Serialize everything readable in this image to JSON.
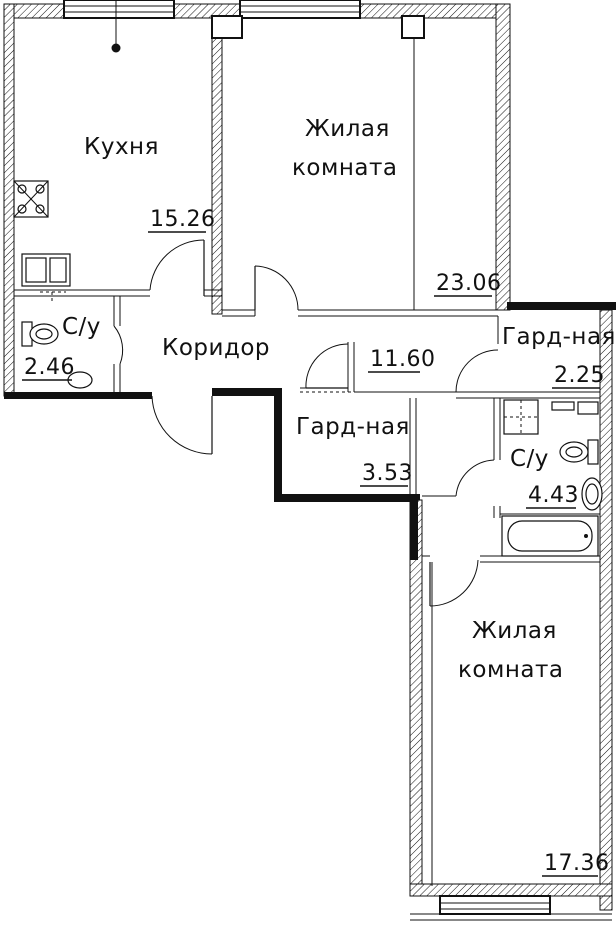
{
  "rooms": {
    "kitchen": {
      "name": "Кухня",
      "area": "15.26"
    },
    "living1": {
      "name_line1": "Жилая",
      "name_line2": "комната",
      "area": "23.06"
    },
    "wc1": {
      "name": "С/у",
      "area": "2.46"
    },
    "corridor": {
      "name": "Коридор",
      "area": "11.60"
    },
    "wardrobe1": {
      "name": "Гард-ная",
      "area": "2.25"
    },
    "wardrobe2": {
      "name": "Гард-ная",
      "area": "3.53"
    },
    "wc2": {
      "name": "С/у",
      "area": "4.43"
    },
    "living2": {
      "name_line1": "Жилая",
      "name_line2": "комната",
      "area": "17.36"
    }
  },
  "colors": {
    "line": "#111111",
    "background": "#ffffff"
  },
  "icons": [
    "stove-icon",
    "sink-icon",
    "toilet-icon",
    "washbasin-icon",
    "bathtub-icon",
    "washing-machine-icon",
    "lamp-point-icon"
  ]
}
